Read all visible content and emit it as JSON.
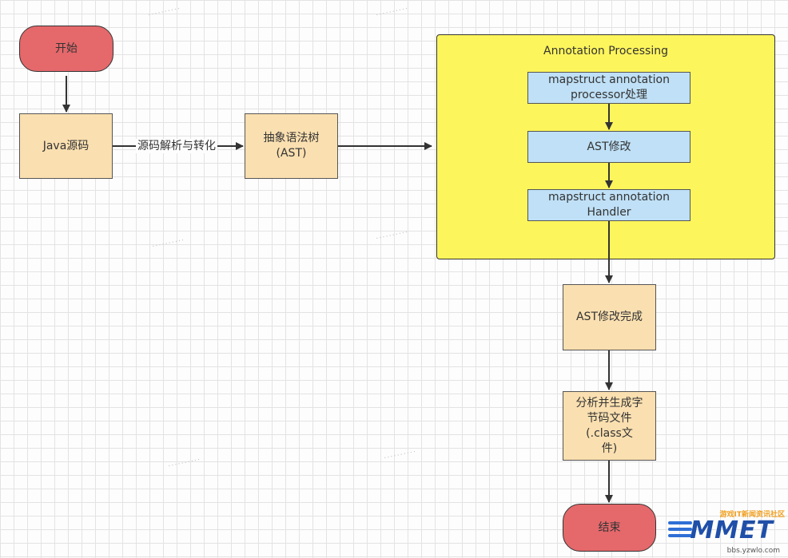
{
  "nodes": {
    "start": "开始",
    "java_source": "Java源码",
    "ast": "抽象语法树\n(AST)",
    "ast_done": "AST修改完成",
    "bytecode": "分析并生成字\n节码文件\n(.class文\n件)",
    "end": "结束"
  },
  "edges": {
    "parse_label": "源码解析与转化"
  },
  "group": {
    "title": "Annotation Processing",
    "steps": [
      "mapstruct annotation\nprocessor处理",
      "AST修改",
      "mapstruct annotation\nHandler"
    ]
  },
  "watermark": {
    "tag": "游戏IT新闻资讯社区",
    "brand": "MMET",
    "url": "bbs.yzwlo.com"
  },
  "colors": {
    "terminal": "#e5686b",
    "process": "#fadfb0",
    "group": "#fdf55c",
    "inner": "#bfe0f6",
    "brand": "#1f4fa8"
  }
}
